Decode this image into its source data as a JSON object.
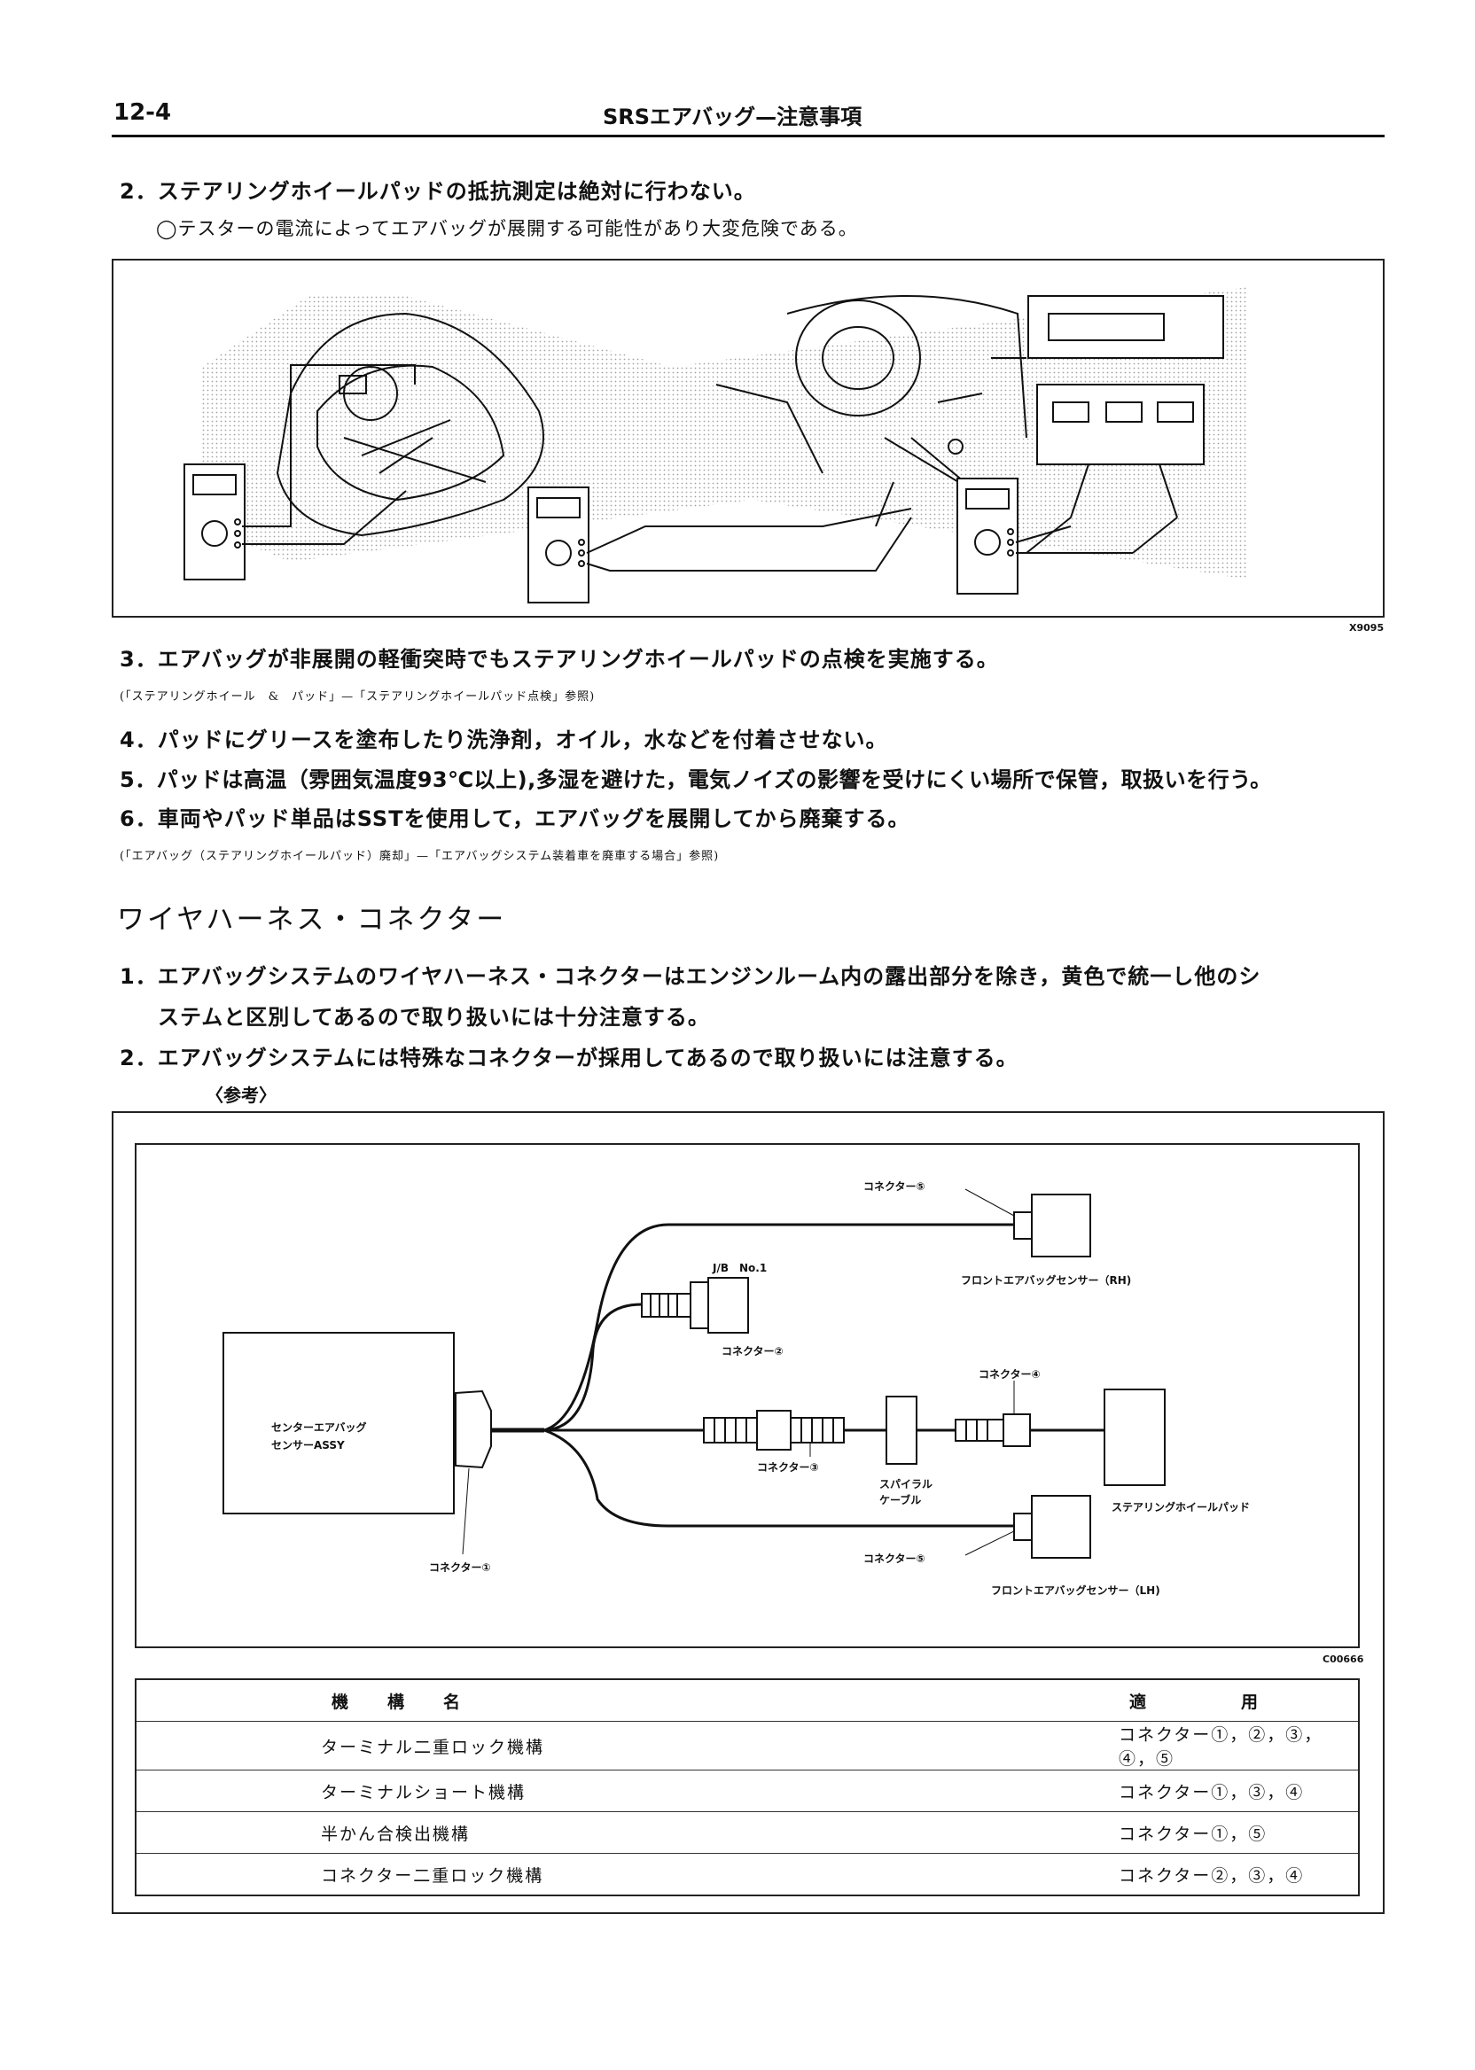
{
  "header": {
    "page_number": "12-4",
    "title": "SRSエアバッグ—注意事項"
  },
  "precautions": [
    {
      "num": "2．",
      "text": "ステアリングホイールパッドの抵抗測定は絶対に行わない。"
    },
    {
      "note": "◯テスターの電流によってエアバッグが展開する可能性があり大変危険である。"
    },
    {
      "num": "3．",
      "text": "エアバッグが非展開の軽衝突時でもステアリングホイールパッドの点検を実施する。"
    },
    {
      "ref": "(「ステアリングホイール　&　パッド」—「ステアリングホイールパッド点検」参照)"
    },
    {
      "num": "4．",
      "text": "パッドにグリースを塗布したり洗浄剤，オイル，水などを付着させない。"
    },
    {
      "num": "5．",
      "text": "パッドは高温（雰囲気温度93℃以上),多湿を避けた，電気ノイズの影響を受けにくい場所で保管，取扱いを行う。"
    },
    {
      "num": "6．",
      "text": "車両やパッド単品はSSTを使用して，エアバッグを展開してから廃棄する。"
    },
    {
      "ref": "(「エアバッグ（ステアリングホイールパッド）廃却」—「エアバッグシステム装着車を廃車する場合」参照)"
    }
  ],
  "figure1": {
    "code": "X9095"
  },
  "section": {
    "title": "ワイヤハーネス・コネクター",
    "items": [
      {
        "num": "1．",
        "line1": "エアバッグシステムのワイヤハーネス・コネクターはエンジンルーム内の露出部分を除き，黄色で統一し他のシ",
        "line2": "ステムと区別してあるので取り扱いには十分注意する。"
      },
      {
        "num": "2．",
        "line1": "エアバッグシステムには特殊なコネクターが採用してあるので取り扱いには注意する。"
      }
    ],
    "reference": "〈参考〉"
  },
  "figure2": {
    "code": "C00666",
    "labels": {
      "center_sensor_1": "センターエアバッグ",
      "center_sensor_2": "センサーASSY",
      "connector1": "コネクター①",
      "connector2": "コネクター②",
      "connector3": "コネクター③",
      "connector4": "コネクター④",
      "connector5_top": "コネクター⑤",
      "connector5_bottom": "コネクター⑤",
      "jb": "J/B　No.1",
      "front_rh": "フロントエアバッグセンサー（RH)",
      "front_lh": "フロントエアバッグセンサー（LH)",
      "spiral_1": "スパイラル",
      "spiral_2": "ケーブル",
      "steering_pad": "ステアリングホイールパッド"
    }
  },
  "table": {
    "headers": [
      "機　　構　　名",
      "適　　　　　用"
    ],
    "rows": [
      {
        "mechanism": "ターミナル二重ロック機構",
        "applies": "コネクター①，②，③，④，⑤"
      },
      {
        "mechanism": "ターミナルショート機構",
        "applies": "コネクター①，③，④"
      },
      {
        "mechanism": "半かん合検出機構",
        "applies": "コネクター①，⑤"
      },
      {
        "mechanism": "コネクター二重ロック機構",
        "applies": "コネクター②，③，④"
      }
    ]
  }
}
